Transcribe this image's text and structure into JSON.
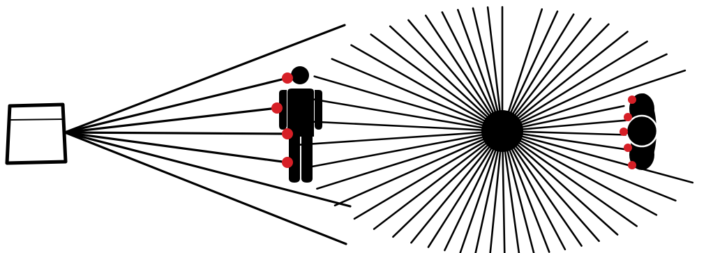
{
  "colors": {
    "background": "#ffffff",
    "ink": "#000000",
    "hit_point": "#d61f26",
    "head_outline": "#ffffff"
  },
  "left_panel": {
    "source_icon": "projector-box-icon",
    "figure_icon": "standing-person-icon",
    "ray_count": 7,
    "hit_point_count": 4
  },
  "right_panel": {
    "source_icon": "omnidirectional-emitter-icon",
    "figure_icon": "person-top-view-icon",
    "ray_count": 52,
    "hit_point_count": 5
  }
}
